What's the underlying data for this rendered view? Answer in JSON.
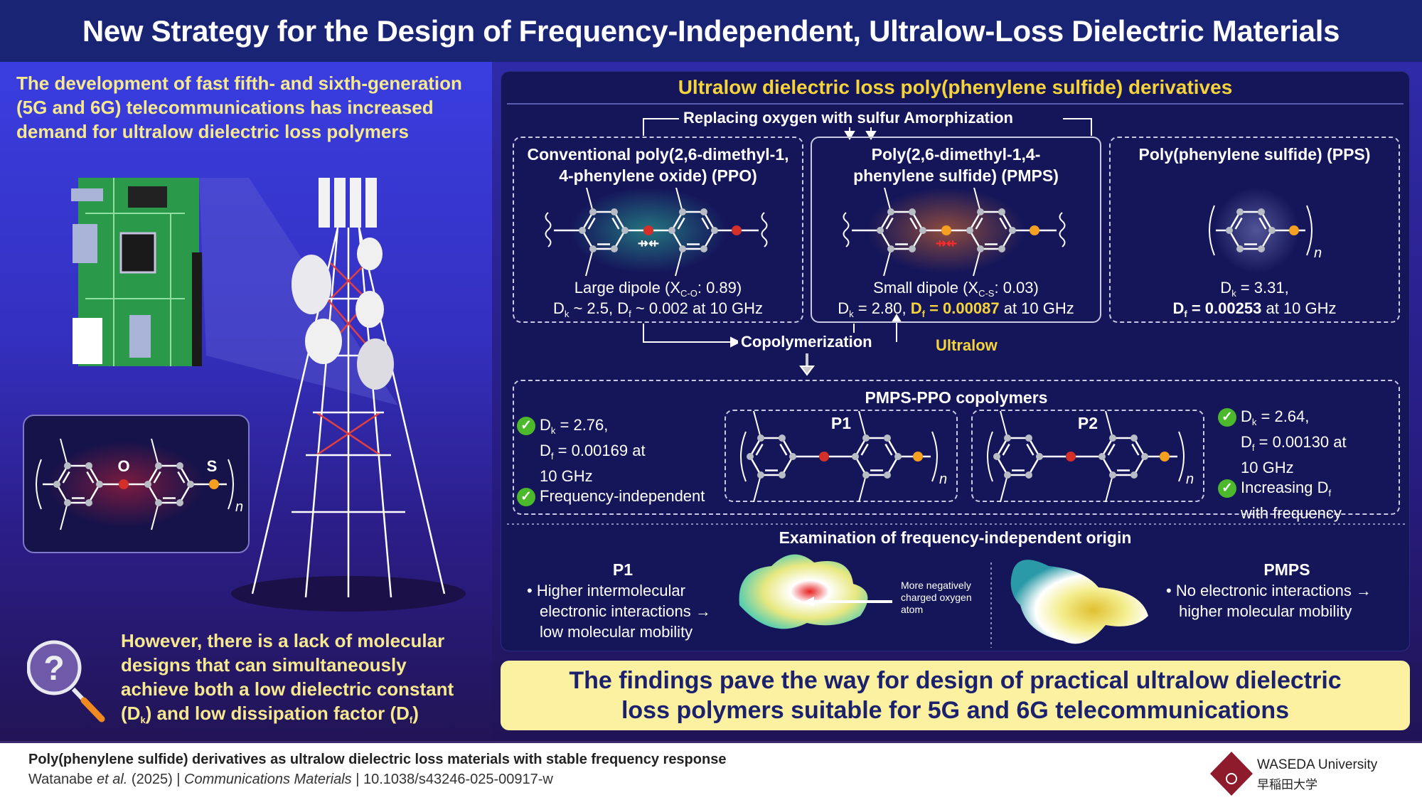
{
  "title": "New Strategy for the Design of Frequency-Independent, Ultralow-Loss Dielectric Materials",
  "colors": {
    "accent_yellow": "#f7e98e",
    "oxygen": "#d3302a",
    "sulfur": "#f5a020",
    "carbon": "#b8bcc4",
    "check": "#4cb82b",
    "banner": "#fbf1a1",
    "waseda": "#8e1b2c"
  },
  "left": {
    "intro": "The development of fast fifth- and sixth-generation (5G and 6G) telecommunications has increased demand for ultralow dielectric loss polymers",
    "problem": {
      "a": "However, there is a lack of molecular designs that can simultaneously achieve both a low dielectric constant (D",
      "k": "k",
      "b": ") and low dissipation factor (D",
      "f": "f",
      "c": ")"
    },
    "molecule": {
      "o": "O",
      "s": "S",
      "n": "n"
    },
    "icons": [
      "circuit-board-icon",
      "telecom-tower-icon",
      "magnifier-question-icon"
    ]
  },
  "panel": {
    "heading": "Ultralow dielectric loss poly(phenylene sulfide) derivatives",
    "arrows": {
      "replacing": "Replacing oxygen with sulfur",
      "amorphization": "Amorphization",
      "copolymerization": "Copolymerization",
      "ultralow": "Ultralow"
    },
    "ppo": {
      "title": "Conventional poly(2,6-dimethyl-1, 4-phenylene oxide) (PPO)",
      "l1a": "Large dipole (X",
      "l1sub": "C-O",
      "l1b": ": 0.89)",
      "l2a": "D",
      "l2k": "k",
      "l2b": " ~ 2.5, D",
      "l2f": "f",
      "l2c": " ~ 0.002 at 10 GHz"
    },
    "pmps": {
      "title": "Poly(2,6-dimethyl-1,4-phenylene sulfide) (PMPS)",
      "l1a": "Small dipole (X",
      "l1sub": "C-S",
      "l1b": ": 0.03)",
      "l2a": "D",
      "l2k": "k",
      "l2b": " = 2.80, ",
      "l2c": "D",
      "l2f": "f",
      "l2d": " = 0.00087",
      "l2e": " at 10 GHz"
    },
    "pps": {
      "title": "Poly(phenylene sulfide) (PPS)",
      "l1a": "D",
      "l1k": "k",
      "l1b": " = 3.31,",
      "l2a": "D",
      "l2f": "f",
      "l2b": " = 0.00253",
      "l2c": " at 10 GHz",
      "n": "n"
    },
    "copolymers": {
      "title": "PMPS-PPO copolymers",
      "p1": {
        "label": "P1",
        "n": "n",
        "dk_a": "D",
        "dk_k": "k",
        "dk_b": " = 2.76,",
        "df_a": "D",
        "df_f": "f",
        "df_b": " = 0.00169 at",
        "df_c": "10 GHz",
        "note": "Frequency-independent"
      },
      "p2": {
        "label": "P2",
        "n": "n",
        "dk_a": "D",
        "dk_k": "k",
        "dk_b": " = 2.64,",
        "df_a": "D",
        "df_f": "f",
        "df_b": " = 0.00130 at",
        "df_c": "10 GHz",
        "note_a": "Increasing D",
        "note_f": "f",
        "note_b": "with frequency"
      }
    },
    "examination": {
      "title": "Examination of frequency-independent origin",
      "p1": {
        "label": "P1",
        "l1": "• Higher intermolecular",
        "l2": "electronic interactions →",
        "l3": "low molecular mobility"
      },
      "annotation": "More negatively charged oxygen atom",
      "pmps": {
        "label": "PMPS",
        "l1": "• No electronic interactions →",
        "l2": "higher molecular mobility"
      }
    }
  },
  "banner": {
    "l1": "The findings pave the way for design of practical ultralow dielectric",
    "l2": "loss polymers suitable for 5G and 6G telecommunications"
  },
  "footer": {
    "paper_title": "Poly(phenylene sulfide) derivatives as ultralow dielectric loss materials with stable frequency response",
    "authors": "Watanabe ",
    "etal": "et al.",
    "year": " (2025) | ",
    "journal": "Communications Materials",
    "doi": " | 10.1038/s43246-025-00917-w",
    "university": "WASEDA University",
    "university_jp": "早稲田大学"
  }
}
